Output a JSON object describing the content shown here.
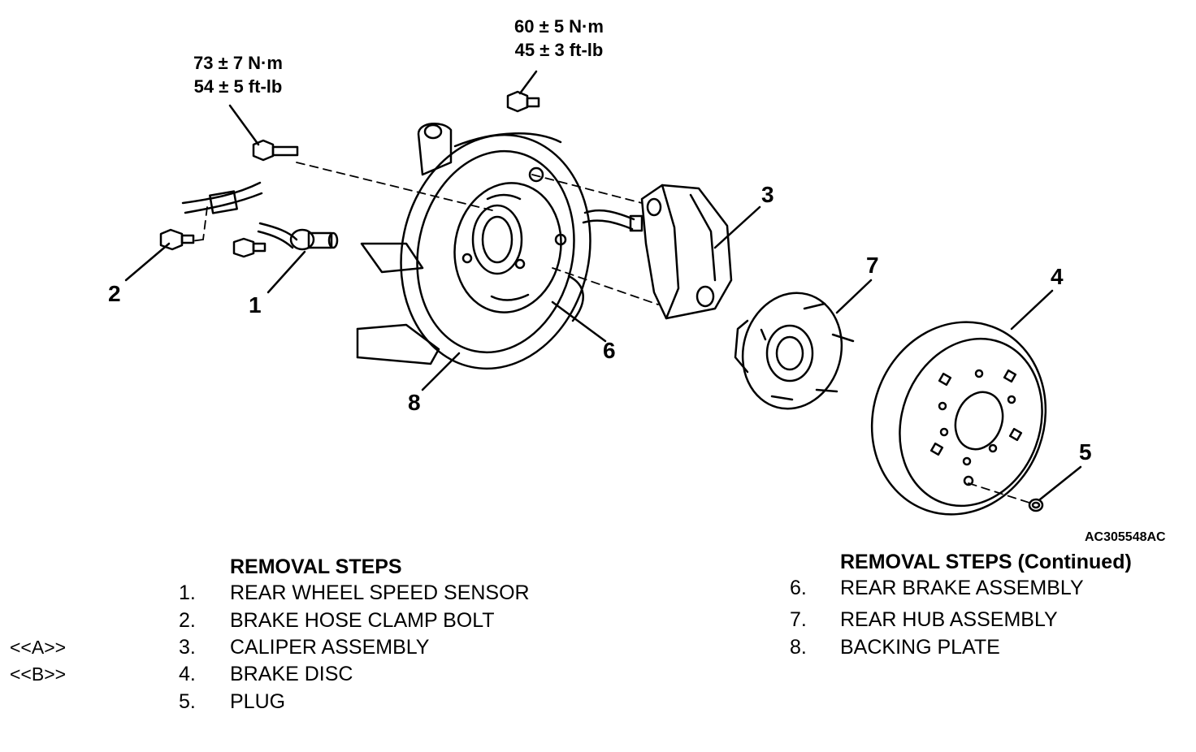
{
  "diagram": {
    "torque_top": {
      "line1": "60 ± 5 N·m",
      "line2": "45 ± 3 ft-lb"
    },
    "torque_left": {
      "line1": "73 ± 7 N·m",
      "line2": "54 ± 5 ft-lb"
    },
    "callouts": [
      "1",
      "2",
      "3",
      "4",
      "5",
      "6",
      "7",
      "8"
    ],
    "figure_id": "AC305548AC"
  },
  "removal_steps": {
    "title": "REMOVAL STEPS",
    "items": [
      {
        "num": "1.",
        "text": "REAR WHEEL SPEED SENSOR",
        "ref": ""
      },
      {
        "num": "2.",
        "text": "BRAKE HOSE CLAMP BOLT",
        "ref": ""
      },
      {
        "num": "3.",
        "text": "CALIPER ASSEMBLY",
        "ref": "<<A>>"
      },
      {
        "num": "4.",
        "text": "BRAKE DISC",
        "ref": "<<B>>"
      },
      {
        "num": "5.",
        "text": "PLUG",
        "ref": ""
      }
    ]
  },
  "removal_steps_continued": {
    "title": "REMOVAL STEPS (Continued)",
    "items": [
      {
        "num": "6.",
        "text": "REAR BRAKE ASSEMBLY"
      },
      {
        "num": "7.",
        "text": "REAR HUB ASSEMBLY"
      },
      {
        "num": "8.",
        "text": "BACKING PLATE"
      }
    ]
  }
}
